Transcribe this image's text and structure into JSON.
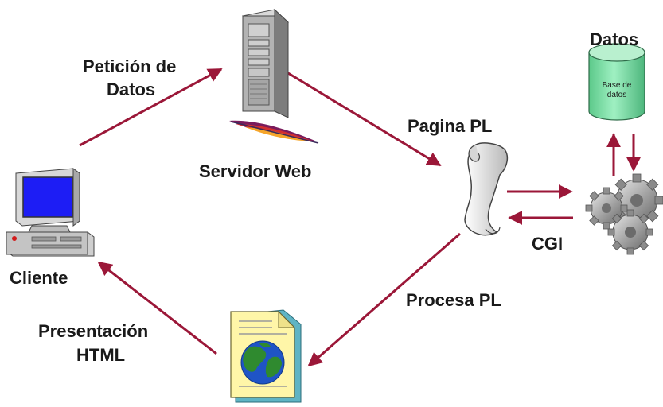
{
  "labels": {
    "request_line1": "Petición de",
    "request_line2": "Datos",
    "server": "Servidor Web",
    "page_pl": "Pagina PL",
    "data": "Datos",
    "db_line1": "Base de",
    "db_line2": "datos",
    "cgi": "CGI",
    "client": "Cliente",
    "process_pl": "Procesa PL",
    "presentation_line1": "Presentación",
    "presentation_line2": "HTML"
  },
  "colors": {
    "arrow": "#9b1738",
    "db_fill": "#7fd8a6",
    "db_top": "#b9f0cf",
    "text": "#1a1a1a"
  },
  "icons": [
    "computer-icon",
    "server-icon",
    "feather-icon",
    "scroll-icon",
    "database-icon",
    "gears-icon",
    "document-globe-icon"
  ]
}
